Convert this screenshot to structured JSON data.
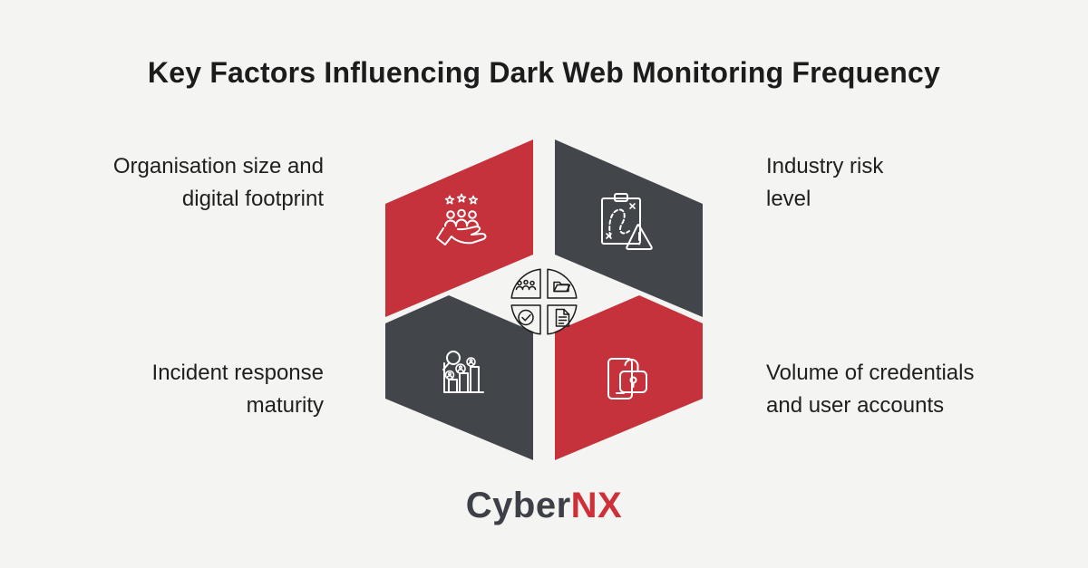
{
  "title": "Key Factors Influencing Dark Web Monitoring Frequency",
  "panels": [
    {
      "position": "top-left",
      "label": "Organisation size and\ndigital footprint",
      "icon": "team-on-hand-icon"
    },
    {
      "position": "top-right",
      "label": "Industry risk\nlevel",
      "icon": "risk-plan-warning-icon"
    },
    {
      "position": "bottom-left",
      "label": "Incident response\nmaturity",
      "icon": "analytics-growth-icon"
    },
    {
      "position": "bottom-right",
      "label": "Volume of credentials\nand user accounts",
      "icon": "mobile-unlock-icon"
    }
  ],
  "center_badge": {
    "icons": [
      "people-group-icon",
      "folder-icon",
      "check-circle-icon",
      "document-icon"
    ]
  },
  "logo": {
    "part1": "Cyber",
    "part2": "NX"
  },
  "colors": {
    "background": "#f4f4f2",
    "red": "#c5323b",
    "dark": "#42464b",
    "quadrant_fill": "#fafaf9",
    "title_text": "#1c1c1c",
    "label_text": "#1f1f1f",
    "logo_dark": "#3d4046",
    "logo_red": "#ce3038",
    "icon_stroke": "#ffffff",
    "center_stroke": "#1b1b1b"
  }
}
